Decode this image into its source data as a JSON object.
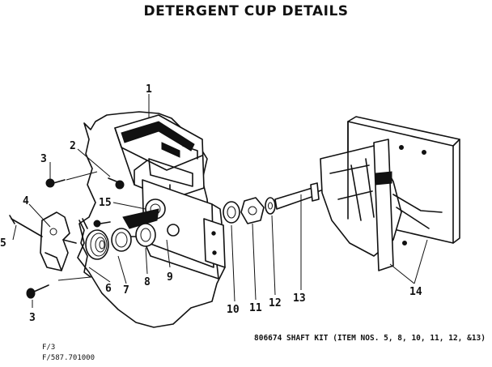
{
  "title": "DETERGENT CUP DETAILS",
  "part_labels": [
    "1",
    "2",
    "3",
    "4",
    "5",
    "15",
    "6",
    "7",
    "8",
    "9",
    "3",
    "10",
    "11",
    "12",
    "13",
    "14"
  ],
  "kit_note": "806674  SHAFT KIT (ITEM NOS. 5, 8, 10, 11, 12, &13)",
  "footer": {
    "line1": "F/3",
    "line2": "F/587.701000"
  }
}
